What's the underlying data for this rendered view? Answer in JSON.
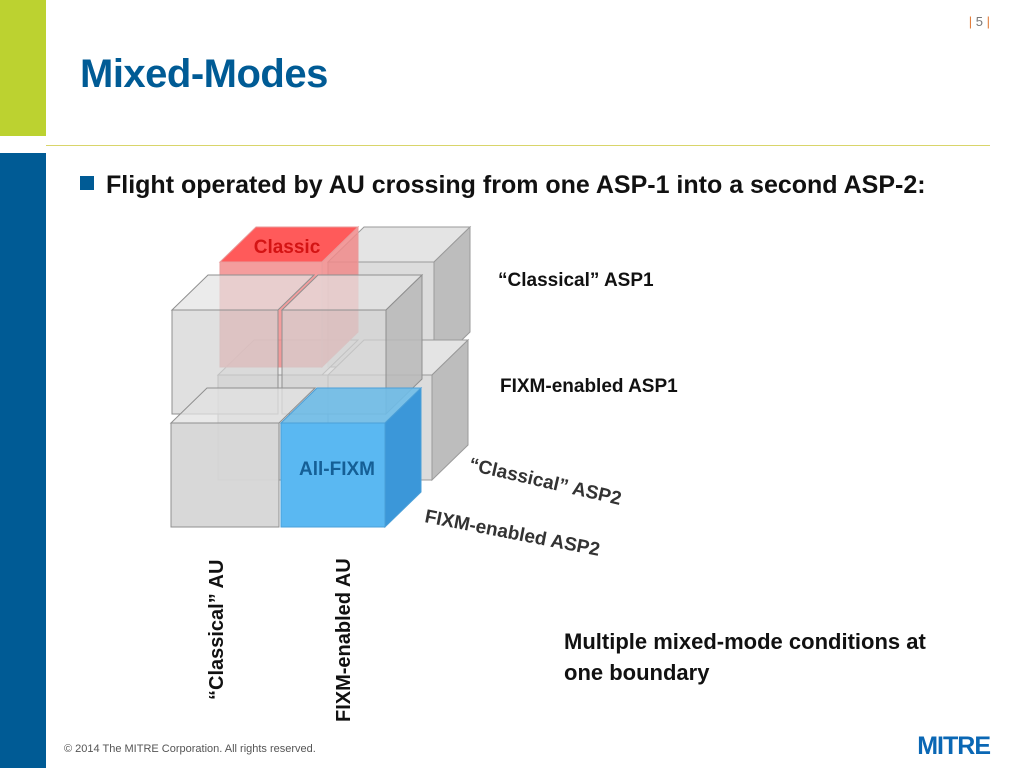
{
  "slide": {
    "page_number": "5",
    "title": "Mixed-Modes",
    "bullet": "Flight operated by AU crossing from one ASP-1 into a second ASP-2:",
    "footer": "© 2014 The MITRE Corporation. All rights reserved.",
    "logo": "MITRE",
    "colors": {
      "brand_blue": "#005b95",
      "accent_green": "#bcd230",
      "classic_red": "#ff4d4d",
      "fixm_blue": "#33aaff"
    }
  },
  "diagram": {
    "cube_labels": {
      "top": "Classic",
      "bottom": "All-FIXM"
    },
    "row_labels": {
      "asp1_classic": "“Classical” ASP1",
      "asp1_fixm": "FIXM-enabled ASP1"
    },
    "depth_labels": {
      "asp2_classic": "“Classical” ASP2",
      "asp2_fixm": "FIXM-enabled ASP2"
    },
    "column_labels": {
      "au_classic": "“Classical” AU",
      "au_fixm": "FIXM-enabled AU"
    },
    "note": "Multiple mixed-mode conditions at one boundary"
  }
}
